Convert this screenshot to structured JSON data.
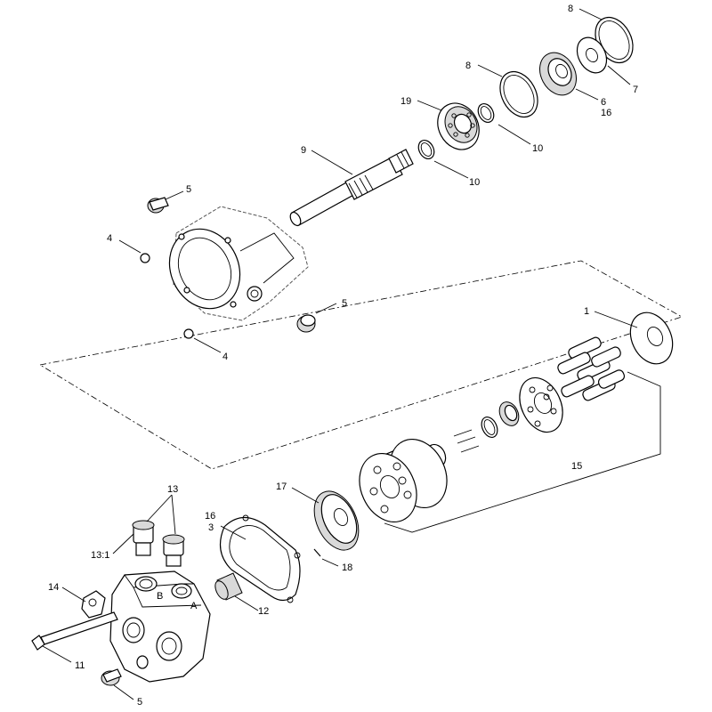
{
  "callouts": [
    {
      "id": "c8a",
      "label": "8"
    },
    {
      "id": "c8b",
      "label": "8"
    },
    {
      "id": "c7",
      "label": "7"
    },
    {
      "id": "c6",
      "label": "6"
    },
    {
      "id": "c16a",
      "label": "16"
    },
    {
      "id": "c19",
      "label": "19"
    },
    {
      "id": "c10a",
      "label": "10"
    },
    {
      "id": "c10b",
      "label": "10"
    },
    {
      "id": "c9",
      "label": "9"
    },
    {
      "id": "c5a",
      "label": "5"
    },
    {
      "id": "c4a",
      "label": "4"
    },
    {
      "id": "c5b",
      "label": "5"
    },
    {
      "id": "c4b",
      "label": "4"
    },
    {
      "id": "c1",
      "label": "1"
    },
    {
      "id": "c15",
      "label": "15"
    },
    {
      "id": "c17",
      "label": "17"
    },
    {
      "id": "c13",
      "label": "13"
    },
    {
      "id": "c13_1",
      "label": "13:1"
    },
    {
      "id": "c16b",
      "label": "16"
    },
    {
      "id": "c3",
      "label": "3"
    },
    {
      "id": "c18",
      "label": "18"
    },
    {
      "id": "c14",
      "label": "14"
    },
    {
      "id": "c12",
      "label": "12"
    },
    {
      "id": "c11",
      "label": "11"
    },
    {
      "id": "c5c",
      "label": "5"
    }
  ],
  "port_marks": {
    "b": "B",
    "a": "A"
  }
}
